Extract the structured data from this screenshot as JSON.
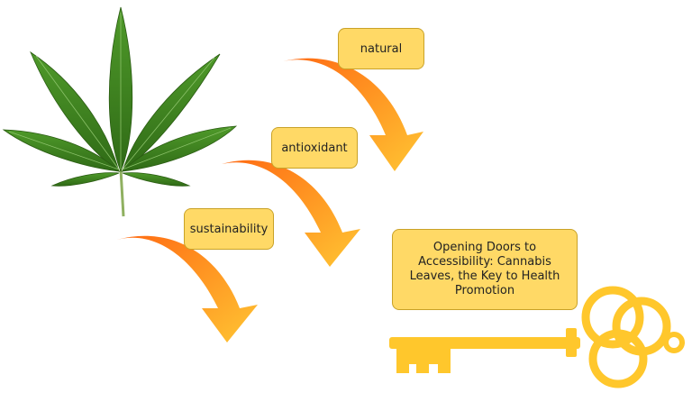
{
  "labels": {
    "natural": "natural",
    "antioxidant": "antioxidant",
    "sustainability": "sustainability"
  },
  "title": {
    "line1": "Opening Doors to",
    "line2": "Accessibility: Cannabis",
    "line3": "Leaves, the Key to Health",
    "line4": "Promotion"
  },
  "icons": {
    "leaf": "cannabis-leaf-icon",
    "key": "key-icon",
    "arrow": "curved-arrow-icon"
  },
  "colors": {
    "box_fill": "#ffd966",
    "box_border": "#c9a227",
    "arrow_start": "#ff6a13",
    "arrow_end": "#ffc533",
    "key": "#ffc72c",
    "leaf": "#3c7a1f"
  }
}
